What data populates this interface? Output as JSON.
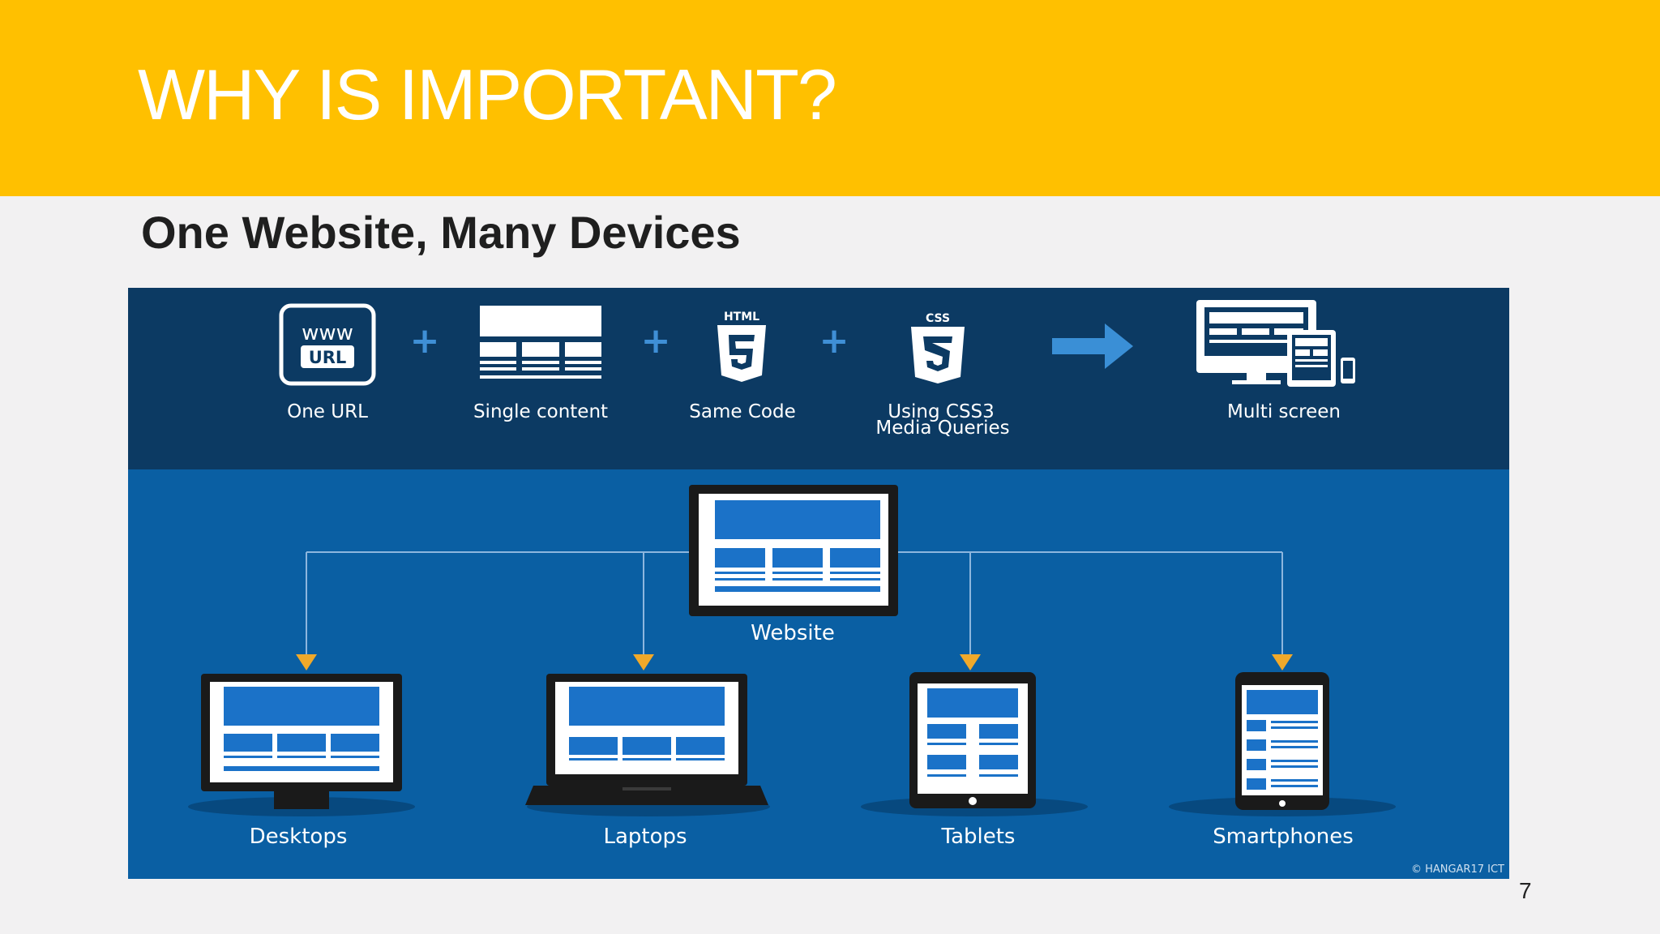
{
  "slide": {
    "title": "WHY IS IMPORTANT?",
    "subtitle": "One Website, Many Devices",
    "page_number": "7"
  },
  "colors": {
    "title_band": "#ffc000",
    "graphic_top": "#0c3a63",
    "graphic_bottom": "#0a5fa3",
    "arrow_head": "#f0a92a",
    "accent_blue": "#2b7fd8"
  },
  "graphic": {
    "top_row": {
      "items": [
        {
          "icon": "www-url-icon",
          "label": "One URL",
          "icon_text_top": "www",
          "icon_text_bottom": "URL"
        },
        {
          "icon": "single-content-icon",
          "label": "Single content"
        },
        {
          "icon": "html5-icon",
          "label": "Same Code",
          "icon_text": "HTML"
        },
        {
          "icon": "css3-icon",
          "label_line1": "Using CSS3",
          "label_line2": "Media Queries",
          "icon_text": "CSS"
        },
        {
          "icon": "multi-screen-icon",
          "label": "Multi screen"
        }
      ],
      "plus_sign": "+"
    },
    "center": {
      "icon": "website-monitor-icon",
      "label": "Website"
    },
    "devices": [
      {
        "icon": "desktop-icon",
        "label": "Desktops"
      },
      {
        "icon": "laptop-icon",
        "label": "Laptops"
      },
      {
        "icon": "tablet-icon",
        "label": "Tablets"
      },
      {
        "icon": "smartphone-icon",
        "label": "Smartphones"
      }
    ],
    "copyright": "© HANGAR17 ICT"
  }
}
